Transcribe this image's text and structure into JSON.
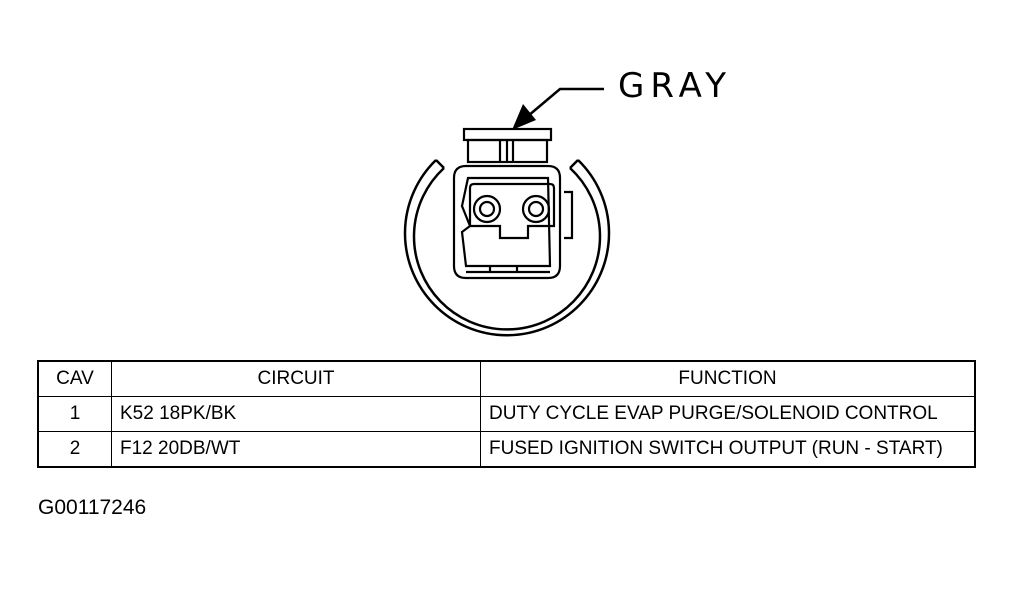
{
  "connector": {
    "color_label": "GRAY"
  },
  "table": {
    "headers": {
      "cav": "CAV",
      "circuit": "CIRCUIT",
      "function": "FUNCTION"
    },
    "rows": [
      {
        "cav": "1",
        "circuit": "K52 18PK/BK",
        "function": "DUTY CYCLE EVAP PURGE/SOLENOID CONTROL"
      },
      {
        "cav": "2",
        "circuit": "F12 20DB/WT",
        "function": "FUSED IGNITION SWITCH OUTPUT (RUN - START)"
      }
    ]
  },
  "figure_code": "G00117246"
}
